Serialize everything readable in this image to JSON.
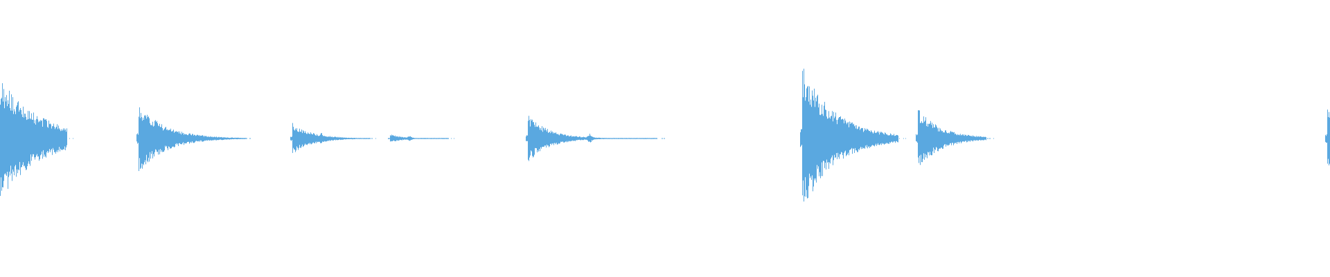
{
  "waveform": {
    "color": "#5aa8e0",
    "background": "#ffffff",
    "duration_fraction_note": "",
    "bursts": [
      {
        "at": 0.0,
        "peak": 0.84,
        "decay": 0.03,
        "tail_end": 0.05
      },
      {
        "at": 0.104,
        "peak": 0.48,
        "decay": 0.02,
        "tail_end": 0.185
      },
      {
        "at": 0.22,
        "peak": 0.22,
        "decay": 0.015,
        "tail_end": 0.278
      },
      {
        "at": 0.293,
        "peak": 0.06,
        "decay": 0.01,
        "tail_end": 0.337
      },
      {
        "at": 0.397,
        "peak": 0.33,
        "decay": 0.016,
        "tail_end": 0.494
      },
      {
        "at": 0.603,
        "peak": 1.0,
        "decay": 0.025,
        "tail_end": 0.675
      },
      {
        "at": 0.69,
        "peak": 0.41,
        "decay": 0.018,
        "tail_end": 0.741
      },
      {
        "at": 0.998,
        "peak": 0.42,
        "decay": 0.01,
        "tail_end": 1.0
      }
    ],
    "secondary_bursts": [
      {
        "at": 0.134,
        "peak": 0.1
      },
      {
        "at": 0.152,
        "peak": 0.05
      },
      {
        "at": 0.241,
        "peak": 0.09
      },
      {
        "at": 0.308,
        "peak": 0.04
      },
      {
        "at": 0.443,
        "peak": 0.07
      },
      {
        "at": 0.651,
        "peak": 0.04
      }
    ]
  }
}
